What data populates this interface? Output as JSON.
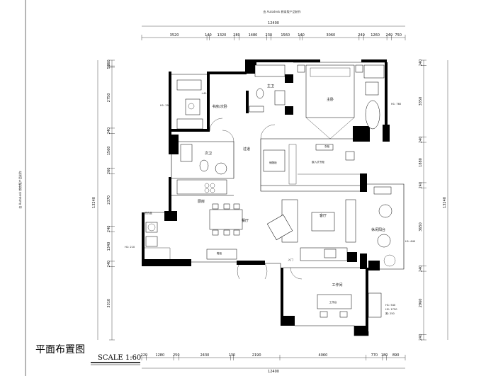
{
  "watermark_top": "由 Autodesk 教育版产品制作",
  "watermark_left": "由 Autodesk 教育版产品制作",
  "title": "平面布置图",
  "scale": "SCALE 1:60",
  "dims_top_total": "12400",
  "dims_top": [
    "3520",
    "140",
    "1320",
    "280",
    "1480",
    "230",
    "1560",
    "140",
    "3060",
    "240",
    "1260",
    "240",
    "750"
  ],
  "dims_bottom_total": "12400",
  "dims_bottom": [
    "220",
    "1280",
    "250",
    "2430",
    "130",
    "2190",
    "4060",
    "770",
    "180",
    "890"
  ],
  "dims_left_total": "13240",
  "dims_left": [
    "260",
    "58",
    "2750",
    "240",
    "1560",
    "260",
    "2370",
    "240",
    "1340",
    "240",
    "3310"
  ],
  "dims_right_total": "13240",
  "dims_right": [
    "240",
    "3350",
    "240",
    "1880",
    "240",
    "3650",
    "240",
    "2960",
    "240"
  ],
  "rooms": {
    "study": "书房/次卧",
    "master_bath": "主卫",
    "master_bed": "主卧",
    "second_bath": "次卫",
    "corridor": "过道",
    "kitchen": "厨房",
    "dining": "餐厅",
    "living": "客厅",
    "balcony": "休闲阳台",
    "workroom": "工作间",
    "entry": "入门"
  },
  "labels": {
    "study_h": "H1: 290",
    "master_h": "H1: 760",
    "kitchen_h": "H1: 210",
    "balcony_h": "H1: 640",
    "work_h1": "H1: 540",
    "work_h2": "H2: 1750",
    "work_h3": "宽: 250",
    "shoe_cab": "鞋柜",
    "wash": "洗衣机",
    "display": "嵌入式书柜",
    "tea": "茶几",
    "desk": "工作台",
    "wardrobe": "衣柜",
    "storage": "储物柜",
    "plus": "+410",
    "wash_basin": "洗衣盆"
  }
}
